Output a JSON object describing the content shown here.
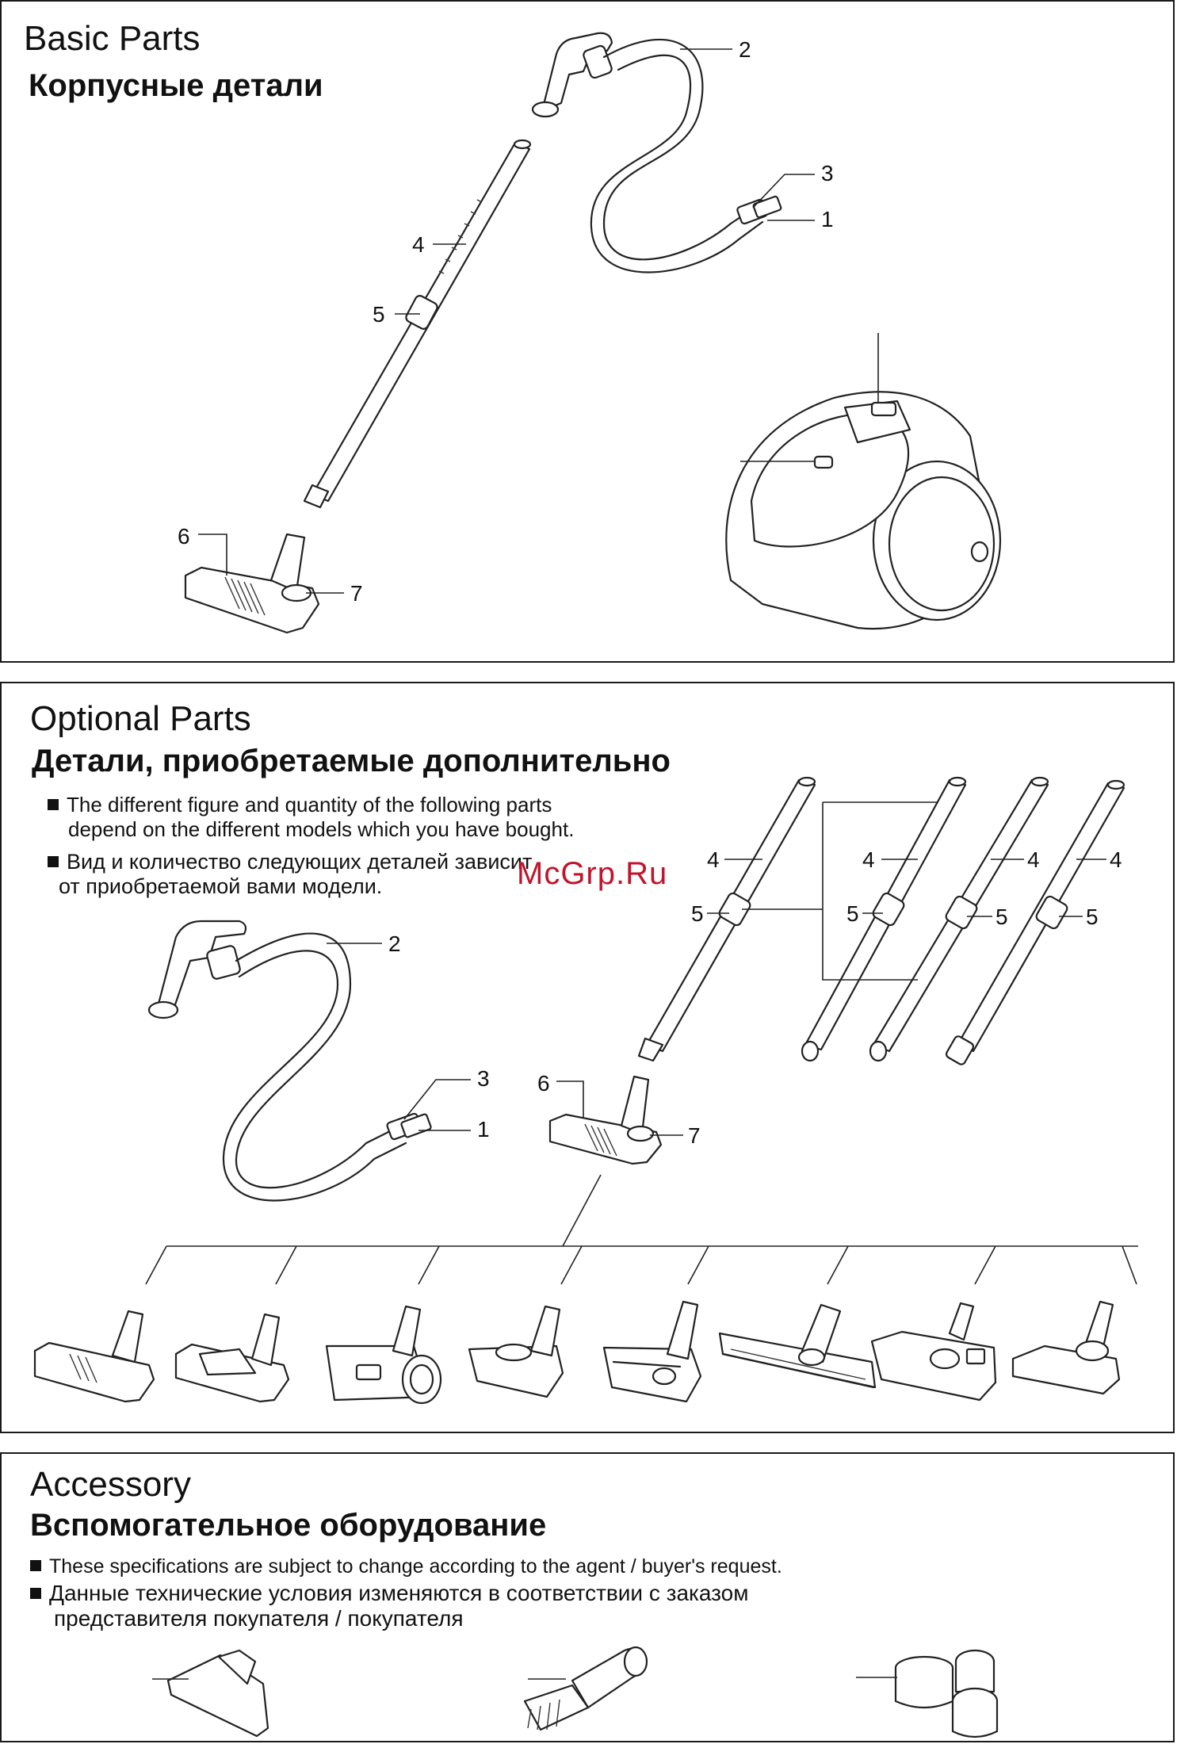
{
  "basic": {
    "title_en": "Basic Parts",
    "title_ru": "Корпусные детали",
    "labels": [
      "1",
      "2",
      "3",
      "4",
      "5",
      "6",
      "7"
    ]
  },
  "optional": {
    "title_en": "Optional Parts",
    "title_ru": "Детали, приобретаемые дополнительно",
    "note_en_line1": "The different figure and quantity of the following parts",
    "note_en_line2": "depend on the different models which you have bought.",
    "note_ru_line1": "Вид и количество следующих деталей зависит",
    "note_ru_line2": "от приобретаемой вами модели.",
    "labels": [
      "1",
      "2",
      "3",
      "4",
      "5",
      "6",
      "7"
    ]
  },
  "accessory": {
    "title_en": "Accessory",
    "title_ru": "Вспомогательное оборудование",
    "note_en": "These specifications are subject to change according to the agent / buyer's request.",
    "note_ru_line1": "Данные технические условия изменяются в соответствии с заказом",
    "note_ru_line2": "представителя покупателя / покупателя"
  },
  "watermark": "McGrp.Ru",
  "icons": [
    "bullet-square-icon"
  ]
}
